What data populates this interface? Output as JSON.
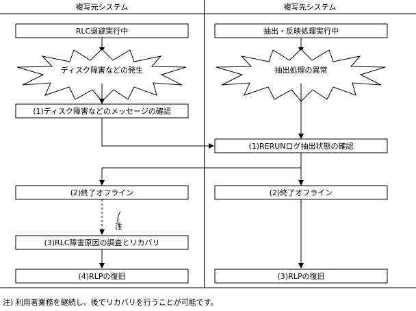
{
  "columns": {
    "left_header": "複写元システム",
    "right_header": "複写先システム"
  },
  "left": {
    "start": "RLC退避実行中",
    "event": "ディスク障害などの発生",
    "step1": "(1)ディスク障害などのメッセージの確認",
    "step2": "(2)終了オフライン",
    "note_marker": "注",
    "step3": "(3)RLC障害原因の調査とリカバリ",
    "step4": "(4)RLPの復旧"
  },
  "right": {
    "start": "抽出・反映処理実行中",
    "event": "抽出処理の異常",
    "step1": "(1)RERUNログ抽出状態の確認",
    "step2": "(2)終了オフライン",
    "step3": "(3)RLPの復旧"
  },
  "footnote": "注) 利用者業務を継続し、後でリカバリを行うことが可能です。"
}
